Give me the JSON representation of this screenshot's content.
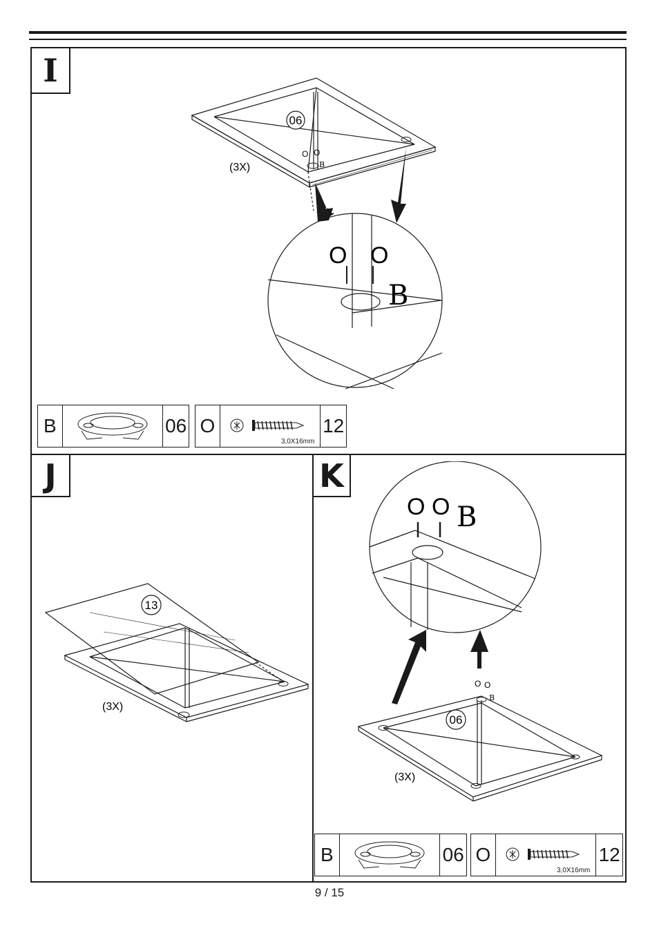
{
  "page": {
    "number": "9 / 15"
  },
  "steps": {
    "I": {
      "letter": "I",
      "part_bubble": "06",
      "count": "(3X)",
      "screw_label_a": "O",
      "screw_label_b": "O",
      "bracket_label": "B",
      "zoom_screw_a": "O",
      "zoom_screw_b": "O",
      "zoom_bracket": "B",
      "parts": [
        {
          "code": "B",
          "icon": "round-bracket-icon",
          "qty": "06"
        },
        {
          "code": "O",
          "icon": "screw-icon",
          "size": "3,0X16mm",
          "qty": "12"
        }
      ]
    },
    "J": {
      "letter": "J",
      "part_bubble": "13",
      "count": "(3X)"
    },
    "K": {
      "letter": "K",
      "part_bubble": "06",
      "count": "(3X)",
      "zoom_screw_a": "O",
      "zoom_screw_b": "O",
      "zoom_bracket": "B",
      "screw_label_a": "O",
      "screw_label_b": "O",
      "bracket_label": "B",
      "parts": [
        {
          "code": "B",
          "icon": "round-bracket-icon",
          "qty": "06"
        },
        {
          "code": "O",
          "icon": "screw-icon",
          "size": "3,0X16mm",
          "qty": "12"
        }
      ]
    }
  },
  "colors": {
    "line": "#1a1a1a",
    "background": "#ffffff"
  }
}
